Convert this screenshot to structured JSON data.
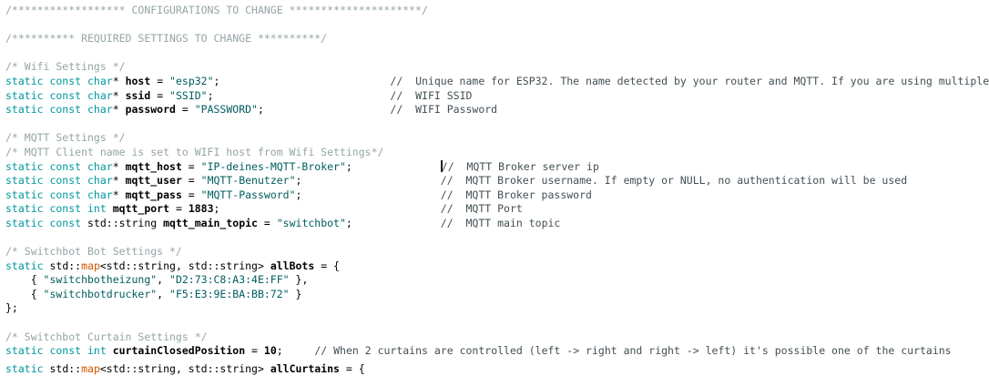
{
  "editor": {
    "background": "#ffffff",
    "language": "cpp",
    "colors": {
      "keyword": "#00979c",
      "string": "#005c5f",
      "function": "#d35400",
      "comment_block": "#95a5a6",
      "comment_line": "#434f54",
      "identifier": "#000000",
      "punctuation": "#000000",
      "cursor": "#222222"
    },
    "cursor": {
      "line": 12,
      "before_segment": "line-comment"
    },
    "lines": [
      {
        "segments": [
          {
            "t": "/****************** CONFIGURATIONS TO CHANGE *********************/",
            "c": "c2"
          }
        ]
      },
      {
        "segments": []
      },
      {
        "segments": [
          {
            "t": "/********** REQUIRED SETTINGS TO CHANGE **********/",
            "c": "c2"
          }
        ]
      },
      {
        "segments": []
      },
      {
        "segments": [
          {
            "t": "/* Wifi Settings */",
            "c": "c2"
          }
        ]
      },
      {
        "segments": [
          {
            "t": "static const char",
            "c": "k"
          },
          {
            "t": "* ",
            "c": "p"
          },
          {
            "t": "host",
            "c": "id"
          },
          {
            "t": " = ",
            "c": "p"
          },
          {
            "t": "\"esp32\"",
            "c": "s"
          },
          {
            "t": ";",
            "c": "p"
          },
          {
            "t": "                           ",
            "c": "p"
          },
          {
            "t": "//  Unique name for ESP32. The name detected by your router and MQTT. If you are using multiple",
            "c": "c1"
          }
        ]
      },
      {
        "segments": [
          {
            "t": "static const char",
            "c": "k"
          },
          {
            "t": "* ",
            "c": "p"
          },
          {
            "t": "ssid",
            "c": "id"
          },
          {
            "t": " = ",
            "c": "p"
          },
          {
            "t": "\"SSID\"",
            "c": "s"
          },
          {
            "t": ";",
            "c": "p"
          },
          {
            "t": "                            ",
            "c": "p"
          },
          {
            "t": "//  WIFI SSID",
            "c": "c1"
          }
        ]
      },
      {
        "segments": [
          {
            "t": "static const char",
            "c": "k"
          },
          {
            "t": "* ",
            "c": "p"
          },
          {
            "t": "password",
            "c": "id"
          },
          {
            "t": " = ",
            "c": "p"
          },
          {
            "t": "\"PASSWORD\"",
            "c": "s"
          },
          {
            "t": ";",
            "c": "p"
          },
          {
            "t": "                    ",
            "c": "p"
          },
          {
            "t": "//  WIFI Password",
            "c": "c1"
          }
        ]
      },
      {
        "segments": []
      },
      {
        "segments": [
          {
            "t": "/* MQTT Settings */",
            "c": "c2"
          }
        ]
      },
      {
        "segments": [
          {
            "t": "/* MQTT Client name is set to WIFI host from Wifi Settings*/",
            "c": "c2"
          }
        ]
      },
      {
        "segments": [
          {
            "t": "static const char",
            "c": "k"
          },
          {
            "t": "* ",
            "c": "p"
          },
          {
            "t": "mqtt_host",
            "c": "id"
          },
          {
            "t": " = ",
            "c": "p"
          },
          {
            "t": "\"IP-deines-MQTT-Broker\"",
            "c": "s"
          },
          {
            "t": ";",
            "c": "p"
          },
          {
            "t": "              ",
            "c": "p"
          },
          {
            "cursor": true
          },
          {
            "t": "//  MQTT Broker server ip",
            "c": "c1"
          }
        ]
      },
      {
        "segments": [
          {
            "t": "static const char",
            "c": "k"
          },
          {
            "t": "* ",
            "c": "p"
          },
          {
            "t": "mqtt_user",
            "c": "id"
          },
          {
            "t": " = ",
            "c": "p"
          },
          {
            "t": "\"MQTT-Benutzer\"",
            "c": "s"
          },
          {
            "t": ";",
            "c": "p"
          },
          {
            "t": "                      ",
            "c": "p"
          },
          {
            "t": "//  MQTT Broker username. If empty or NULL, no authentication will be used",
            "c": "c1"
          }
        ]
      },
      {
        "segments": [
          {
            "t": "static const char",
            "c": "k"
          },
          {
            "t": "* ",
            "c": "p"
          },
          {
            "t": "mqtt_pass",
            "c": "id"
          },
          {
            "t": " = ",
            "c": "p"
          },
          {
            "t": "\"MQTT-Password\"",
            "c": "s"
          },
          {
            "t": ";",
            "c": "p"
          },
          {
            "t": "                      ",
            "c": "p"
          },
          {
            "t": "//  MQTT Broker password",
            "c": "c1"
          }
        ]
      },
      {
        "segments": [
          {
            "t": "static const int",
            "c": "k"
          },
          {
            "t": " ",
            "c": "p"
          },
          {
            "t": "mqtt_port",
            "c": "id"
          },
          {
            "t": " = ",
            "c": "p"
          },
          {
            "t": "1883",
            "c": "id"
          },
          {
            "t": ";",
            "c": "p"
          },
          {
            "t": "                                   ",
            "c": "p"
          },
          {
            "t": "//  MQTT Port",
            "c": "c1"
          }
        ]
      },
      {
        "segments": [
          {
            "t": "static const",
            "c": "k"
          },
          {
            "t": " std::string ",
            "c": "p"
          },
          {
            "t": "mqtt_main_topic",
            "c": "id"
          },
          {
            "t": " = ",
            "c": "p"
          },
          {
            "t": "\"switchbot\"",
            "c": "s"
          },
          {
            "t": ";",
            "c": "p"
          },
          {
            "t": "              ",
            "c": "p"
          },
          {
            "t": "//  MQTT main topic",
            "c": "c1"
          }
        ]
      },
      {
        "segments": []
      },
      {
        "segments": [
          {
            "t": "/* Switchbot Bot Settings */",
            "c": "c2"
          }
        ]
      },
      {
        "segments": [
          {
            "t": "static",
            "c": "k"
          },
          {
            "t": " std::",
            "c": "p"
          },
          {
            "t": "map",
            "c": "fn"
          },
          {
            "t": "<std::string, std::string> ",
            "c": "p"
          },
          {
            "t": "allBots",
            "c": "id"
          },
          {
            "t": " = {",
            "c": "p"
          }
        ]
      },
      {
        "segments": [
          {
            "t": "    { ",
            "c": "p"
          },
          {
            "t": "\"switchbotheizung\"",
            "c": "s"
          },
          {
            "t": ", ",
            "c": "p"
          },
          {
            "t": "\"D2:73:C8:A3:4E:FF\"",
            "c": "s"
          },
          {
            "t": " },",
            "c": "p"
          }
        ]
      },
      {
        "segments": [
          {
            "t": "    { ",
            "c": "p"
          },
          {
            "t": "\"switchbotdrucker\"",
            "c": "s"
          },
          {
            "t": ", ",
            "c": "p"
          },
          {
            "t": "\"F5:E3:9E:BA:BB:72\"",
            "c": "s"
          },
          {
            "t": " }",
            "c": "p"
          }
        ]
      },
      {
        "segments": [
          {
            "t": "};",
            "c": "p"
          }
        ]
      },
      {
        "segments": []
      },
      {
        "segments": [
          {
            "t": "/* Switchbot Curtain Settings */",
            "c": "c2"
          }
        ]
      },
      {
        "segments": [
          {
            "t": "static const int",
            "c": "k"
          },
          {
            "t": " ",
            "c": "p"
          },
          {
            "t": "curtainClosedPosition",
            "c": "id"
          },
          {
            "t": " = ",
            "c": "p"
          },
          {
            "t": "10",
            "c": "id"
          },
          {
            "t": ";",
            "c": "p"
          },
          {
            "t": "     ",
            "c": "p"
          },
          {
            "t": "// When 2 curtains are controlled (left -> right and right -> left) it's possible one of the curtains",
            "c": "c1"
          }
        ]
      },
      {
        "segments": [
          {
            "t": "static",
            "c": "k"
          },
          {
            "t": " std::",
            "c": "p"
          },
          {
            "t": "map",
            "c": "fn"
          },
          {
            "t": "<std::string, std::string> ",
            "c": "p"
          },
          {
            "t": "allCurtains",
            "c": "id"
          },
          {
            "t": " = {",
            "c": "p"
          }
        ]
      }
    ]
  }
}
